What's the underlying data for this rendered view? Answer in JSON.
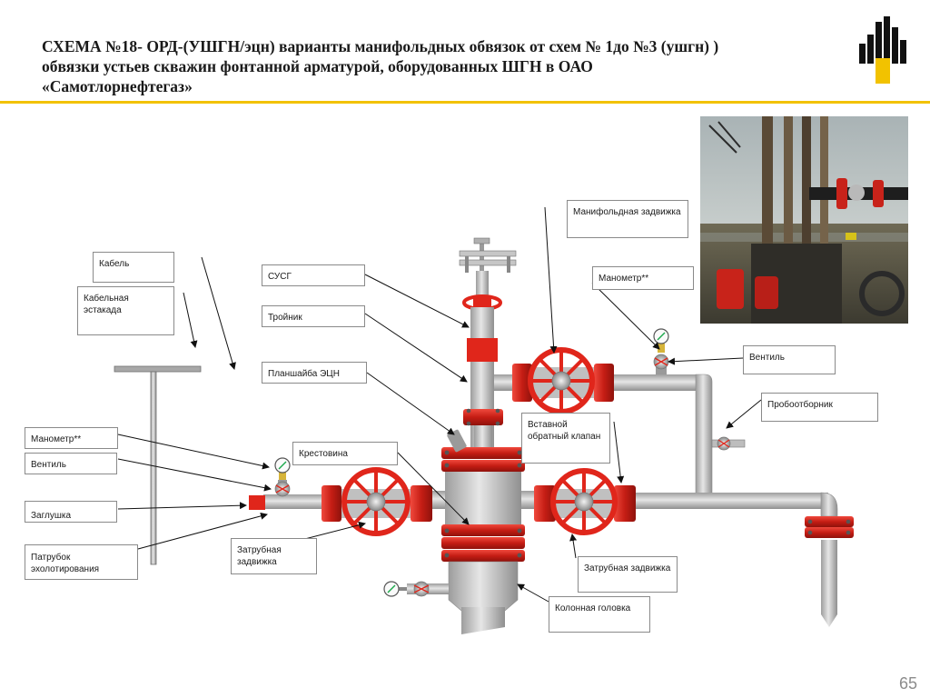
{
  "slide": {
    "title_lines": [
      "СХЕМА №18- ОРД-(УШГН/эцн) варианты манифольдных обвязок от схем № 1до  №3 (ушгн) )",
      "обвязки устьев скважин фонтанной арматурой, оборудованных ШГН в ОАО",
      "«Самотлорнефтегаз»"
    ],
    "page_number": "65"
  },
  "labels": {
    "cable": "Кабель",
    "cable_rack": "Кабельная эстакада",
    "susg": "СУСГ",
    "tee": "Тройник",
    "ecn_plate": "Планшайба ЭЦН",
    "manifold_valve": "Манифольдная задвижка",
    "manometer_right": "Манометр**",
    "valve_right": "Вентиль",
    "sampler": "Пробоотборник",
    "check_valve": "Вставной обратный клапан",
    "cross": "Крестовина",
    "manometer_left": "Манометр**",
    "valve_left": "Вентиль",
    "plug": "Заглушка",
    "echo_pipe": "Патрубок эхолотирования",
    "annulus_valve_left": "Затрубная задвижка",
    "annulus_valve_right": "Затрубная задвижка",
    "casing_head": "Колонная головка"
  },
  "colors": {
    "accent_rule": "#f2c200",
    "valve_red": "#e0261b",
    "pipe_grey": "#b5b5b5",
    "label_border": "#8a8a8a"
  }
}
